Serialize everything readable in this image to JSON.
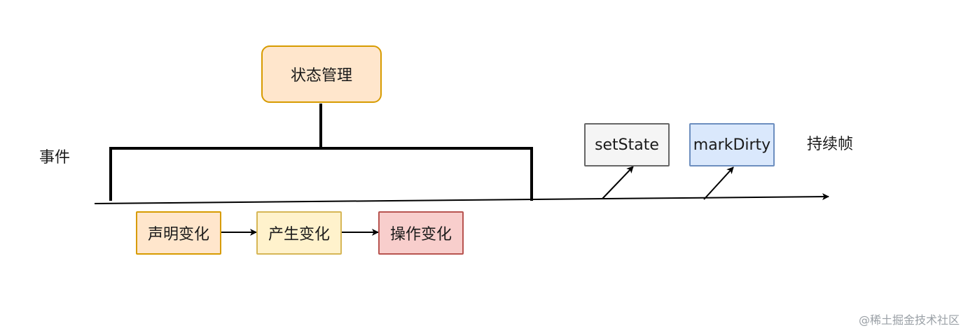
{
  "diagram": {
    "nodes": {
      "state_management": {
        "label": "状态管理",
        "fill": "#ffe6cc",
        "stroke": "#d79b00"
      },
      "declare_change": {
        "label": "声明变化",
        "fill": "#ffe6cc",
        "stroke": "#d79b00"
      },
      "produce_change": {
        "label": "产生变化",
        "fill": "#fff2cc",
        "stroke": "#d6b656"
      },
      "operate_change": {
        "label": "操作变化",
        "fill": "#f8cecc",
        "stroke": "#b85450"
      },
      "set_state": {
        "label": "setState",
        "fill": "#f5f5f5",
        "stroke": "#666666"
      },
      "mark_dirty": {
        "label": "markDirty",
        "fill": "#dae8fc",
        "stroke": "#6c8ebf"
      }
    },
    "labels": {
      "event": "事件",
      "continuous_frames": "持续帧"
    },
    "line_color": "#000000"
  },
  "watermark": "@稀土掘金技术社区"
}
